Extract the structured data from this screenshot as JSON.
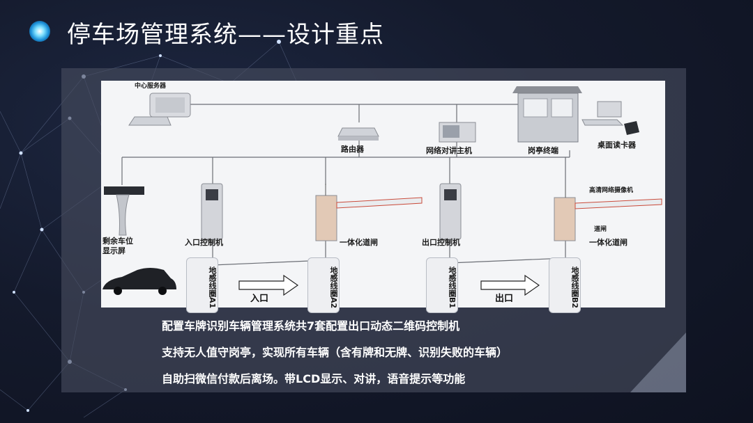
{
  "slide": {
    "title": "停车场管理系统——设计重点"
  },
  "diagram": {
    "labels": {
      "server": "中心服务器",
      "router": "路由器",
      "intercom": "网络对讲主机",
      "booth": "岗亭终端",
      "card_reader": "桌面读卡器",
      "hd_camera": "高清网络摄像机",
      "gate_label": "道闸",
      "space_display": "剩余车位\n显示屏",
      "entry_controller": "入口控制机",
      "entry_barrier": "一体化道闸",
      "exit_controller": "出口控制机",
      "exit_barrier": "一体化道闸",
      "entry_arrow": "入口",
      "exit_arrow": "出口"
    },
    "loops": [
      "地感线圈A1",
      "地感线圈A2",
      "地感线圈B1",
      "地感线圈B2"
    ]
  },
  "bullets": [
    "配置车牌识别车辆管理系统共7套配置出口动态二维码控制机",
    "支持无人值守岗亭，实现所有车辆（含有牌和无牌、识别失败的车辆）",
    "自助扫微信付款后离场。带LCD显示、对讲，语音提示等功能"
  ]
}
